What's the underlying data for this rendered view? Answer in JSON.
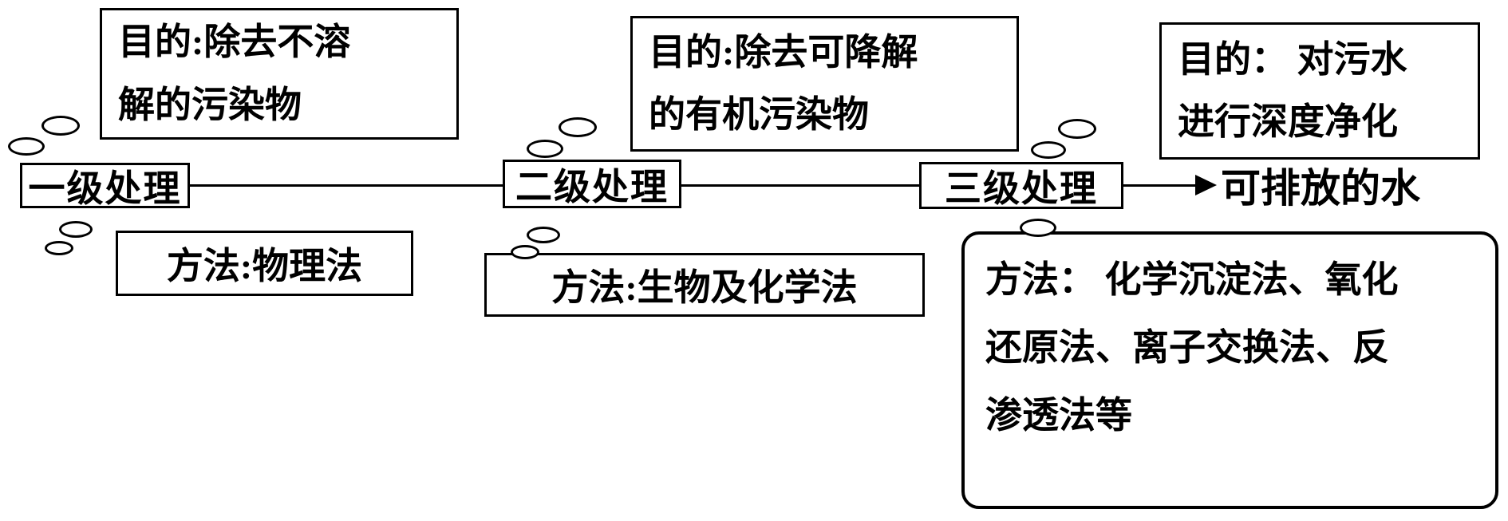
{
  "stages": [
    {
      "label": "一级处理",
      "purpose": "目的:除去不溶\n解的污染物",
      "method": "方法:物理法"
    },
    {
      "label": "二级处理",
      "purpose": "目的:除去可降解\n的有机污染物",
      "method": "方法:生物及化学法"
    },
    {
      "label": "三级处理",
      "purpose": "目的： 对污水\n进行深度净化",
      "method": "方法： 化学沉淀法、氧化\n还原法、离子交换法、反\n渗透法等"
    }
  ],
  "output_label": "可排放的水",
  "colors": {
    "line": "#000000",
    "background": "#ffffff",
    "text": "#000000"
  }
}
